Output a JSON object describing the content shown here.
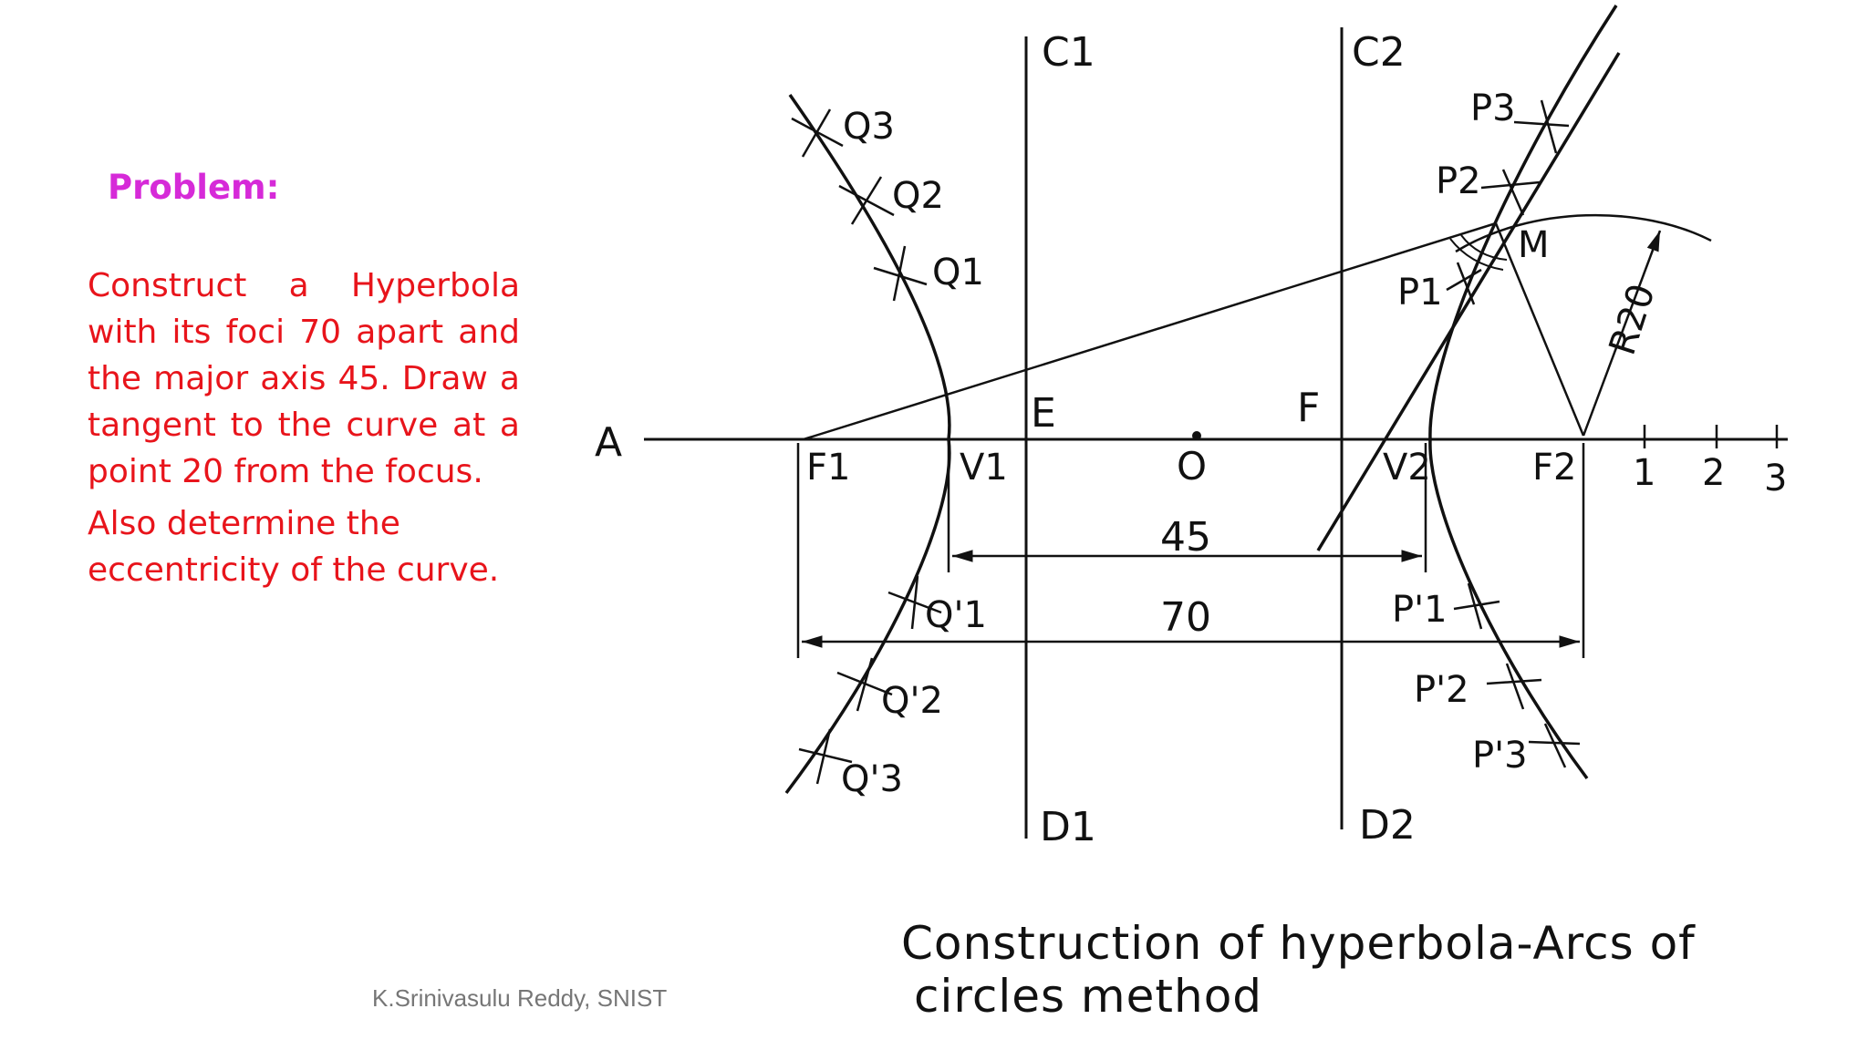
{
  "problem": {
    "heading": "Problem:",
    "statement": "Construct a Hyperbola with its foci 70 apart and the major axis 45. Draw  a tangent to the curve at a point 20 from the focus.",
    "extra": "Also determine the eccentricity of the curve."
  },
  "figure": {
    "caption_line1": "Construction of hyperbola-Arcs of",
    "caption_line2": "circles method",
    "labels": {
      "A": "A",
      "F1": "F1",
      "V1": "V1",
      "E": "E",
      "O": "O",
      "F": "F",
      "V2": "V2",
      "F2": "F2",
      "M": "M",
      "C1": "C1",
      "C2": "C2",
      "D1": "D1",
      "D2": "D2",
      "P1": "P1",
      "P2": "P2",
      "P3": "P3",
      "Q1": "Q1",
      "Q2": "Q2",
      "Q3": "Q3",
      "P1p": "P'1",
      "P2p": "P'2",
      "P3p": "P'3",
      "Q1p": "Q'1",
      "Q2p": "Q'2",
      "Q3p": "Q'3",
      "scale1": "1",
      "scale2": "2",
      "scale3": "3"
    },
    "dimensions": {
      "major_axis": "45",
      "foci_distance": "70",
      "radius": "R20"
    }
  },
  "footer": {
    "credit": "K.Srinivasulu Reddy, SNIST"
  }
}
